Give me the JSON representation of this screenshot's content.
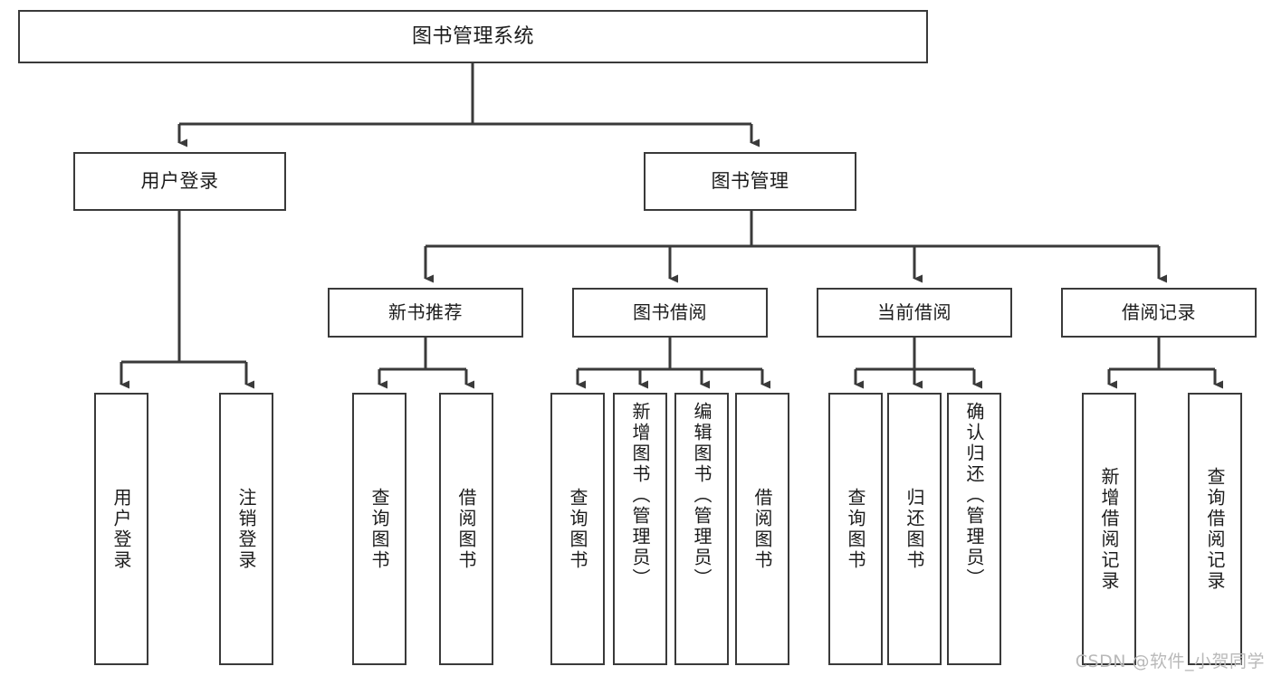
{
  "diagram": {
    "title": "图书管理系统",
    "watermark": "CSDN @软件_小贺同学",
    "style": {
      "background": "#ffffff",
      "box_border": "#3a3a3a",
      "line_color": "#3a3a3a",
      "text_color": "#1c1c1c",
      "watermark_color": "#b9b9b9"
    },
    "nodes": {
      "root": {
        "label": "图书管理系统"
      },
      "user_login": {
        "label": "用户登录"
      },
      "book_manage": {
        "label": "图书管理"
      },
      "new_book_rec": {
        "label": "新书推荐"
      },
      "book_borrow": {
        "label": "图书借阅"
      },
      "current_borrow": {
        "label": "当前借阅"
      },
      "borrow_record": {
        "label": "借阅记录"
      },
      "leaf_user_login": {
        "label": "用户登录"
      },
      "leaf_logout": {
        "label": "注销登录"
      },
      "leaf_query_book_1": {
        "label": "查询图书"
      },
      "leaf_borrow_book_1": {
        "label": "借阅图书"
      },
      "leaf_query_book_2": {
        "label": "查询图书"
      },
      "leaf_add_book": {
        "label": "新增图书（管理员）"
      },
      "leaf_edit_book": {
        "label": "编辑图书（管理员）"
      },
      "leaf_borrow_book_2": {
        "label": "借阅图书"
      },
      "leaf_query_book_3": {
        "label": "查询图书"
      },
      "leaf_return_book": {
        "label": "归还图书"
      },
      "leaf_confirm_return": {
        "label": "确认归还（管理员）"
      },
      "leaf_add_record": {
        "label": "新增借阅记录"
      },
      "leaf_query_record": {
        "label": "查询借阅记录"
      }
    }
  }
}
